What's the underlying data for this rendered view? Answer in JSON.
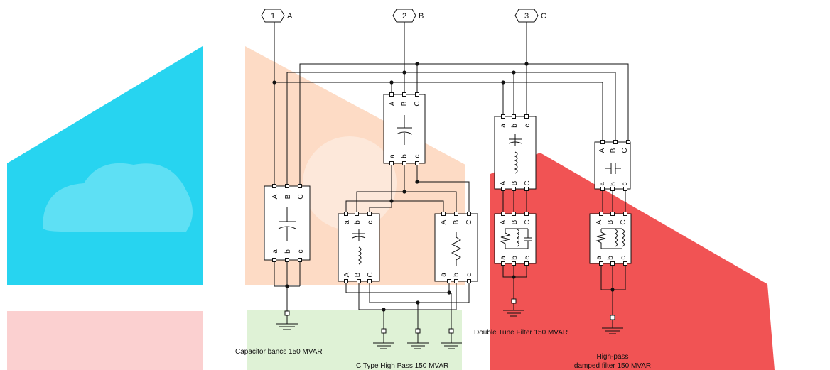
{
  "ports": [
    {
      "number": "1",
      "label": "A"
    },
    {
      "number": "2",
      "label": "B"
    },
    {
      "number": "3",
      "label": "C"
    }
  ],
  "pins": {
    "upper": [
      "A",
      "B",
      "C"
    ],
    "lower": [
      "a",
      "b",
      "c"
    ]
  },
  "captions": {
    "capacitor": "Capacitor bancs 150 MVAR",
    "ctype": "C Type High Pass 150 MVAR",
    "double_tune": "Double Tune Filter 150 MVAR",
    "highpass_line1": "High-pass",
    "highpass_line2": "damped filter 150 MVAR"
  },
  "colors": {
    "watermark_cyan": "#27d4f0",
    "watermark_orange": "#fddbc5",
    "watermark_red": "#f15354",
    "watermark_green": "#dff2d6",
    "watermark_pink": "#fbd0d0",
    "wire": "#111111"
  }
}
